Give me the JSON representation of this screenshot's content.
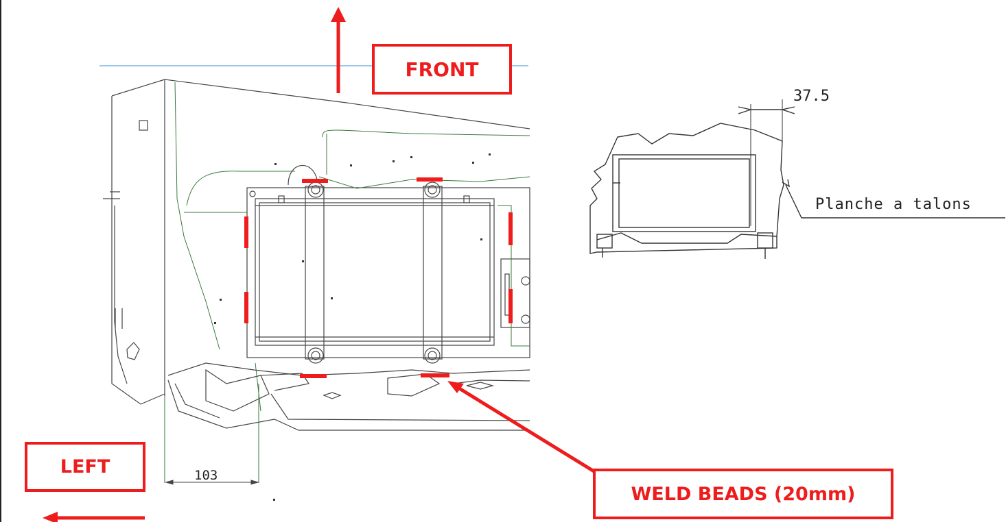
{
  "labels": {
    "front": "FRONT",
    "left": "LEFT",
    "weld_beads": "WELD BEADS (20mm)"
  },
  "dimensions": {
    "bottom_offset": "103",
    "side_offset": "37.5"
  },
  "annotations": {
    "heel_board": "Planche a talons"
  },
  "colors": {
    "accent_red": "#ee1c1c",
    "drawing_line": "#444444",
    "contour_green": "#3a7a3a",
    "reference_blue": "#3a8fd0"
  }
}
